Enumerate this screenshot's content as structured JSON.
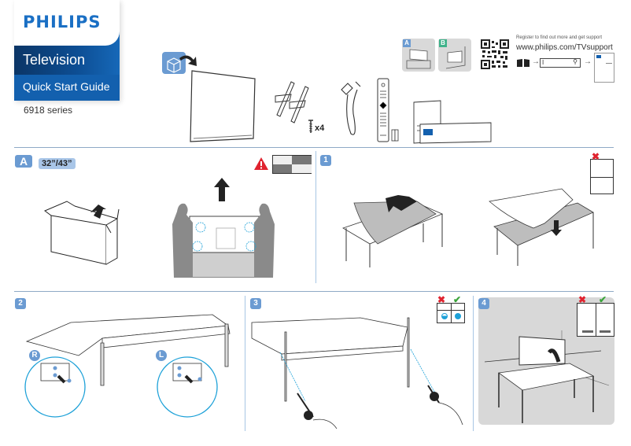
{
  "cover": {
    "brand": "PHILIPS",
    "product": "Television",
    "guide_title": "Quick Start Guide",
    "series": "6918 series"
  },
  "box_contents": {
    "screw_count": "x4",
    "items": [
      "tv-panel",
      "stand-feet",
      "screws",
      "power-cord",
      "remote-control",
      "batteries",
      "documents"
    ]
  },
  "mounting_options": [
    {
      "tag": "A",
      "tag_color": "#6b9bd2",
      "label": "table-stand"
    },
    {
      "tag": "B",
      "tag_color": "#3fb28a",
      "label": "wall-mount"
    }
  ],
  "support": {
    "register_text": "Register to find out more and get support",
    "url": "www.philips.com/TVsupport",
    "search_value": "I",
    "arrow": "→"
  },
  "section_a": {
    "badge": "A",
    "size_label": "32”/43”",
    "warning_icon": "warning-icon"
  },
  "steps": [
    {
      "number": "1",
      "description": "place-protective-sheet-on-table"
    },
    {
      "number": "2",
      "description": "align-stand-feet",
      "zoom_labels": [
        "R",
        "L"
      ]
    },
    {
      "number": "3",
      "description": "fasten-screws"
    },
    {
      "number": "4",
      "description": "stand-tv-upright"
    }
  ],
  "colors": {
    "brand_blue": "#1a6fc4",
    "cover_dark": "#0b3566",
    "badge_blue": "#6b9bd2",
    "divider": "#8fa9c6",
    "warning_red": "#e0232f",
    "ok_green": "#3aa43a",
    "highlight_cyan": "#1da1d8"
  }
}
